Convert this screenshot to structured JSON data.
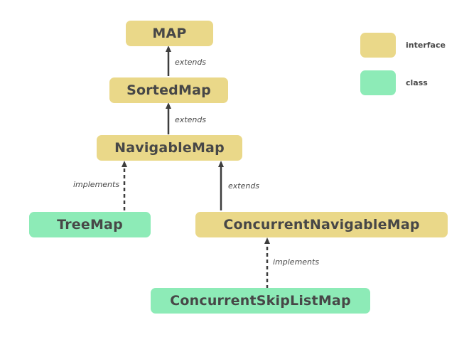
{
  "colors": {
    "interface": "#ead889",
    "class": "#8debb7",
    "text": "#474747",
    "arrow": "#3d3d3d"
  },
  "nodes": {
    "map": "MAP",
    "sorted_map": "SortedMap",
    "navigable_map": "NavigableMap",
    "tree_map": "TreeMap",
    "concurrent_navigable_map": "ConcurrentNavigableMap",
    "concurrent_skip_list_map": "ConcurrentSkipListMap"
  },
  "edges": {
    "sortedmap_to_map": "extends",
    "navigable_to_sorted": "extends",
    "treemap_to_navigable": "implements",
    "concurrentnav_to_navigable": "extends",
    "skiplist_to_concurrentnav": "implements"
  },
  "legend": {
    "interface": "interface",
    "class": "class"
  }
}
